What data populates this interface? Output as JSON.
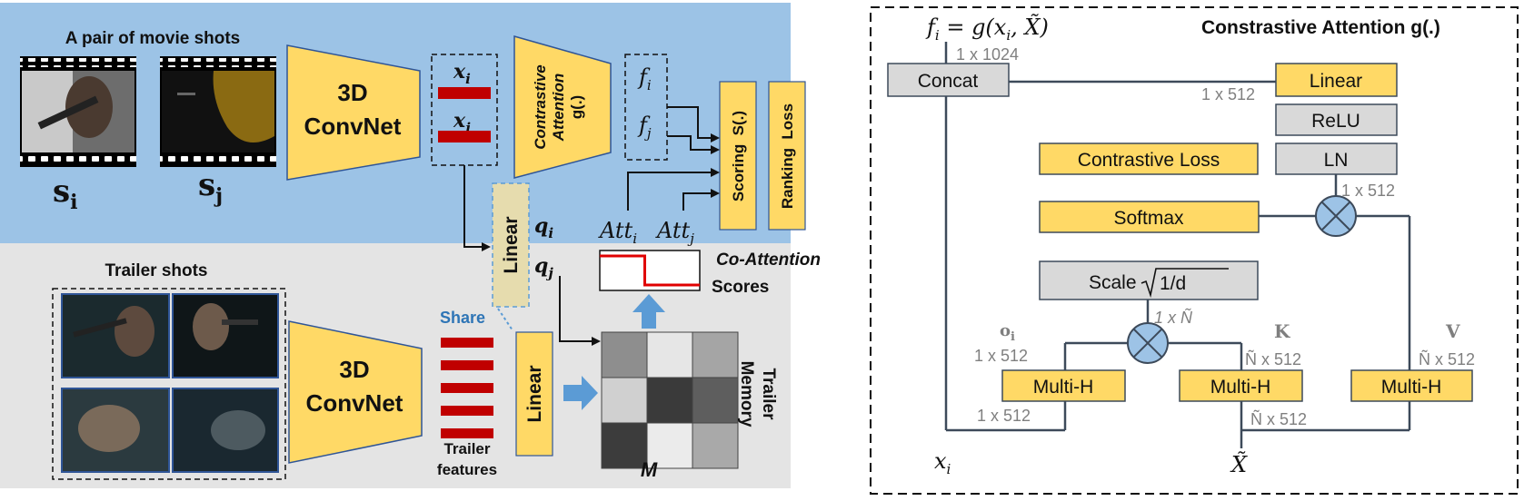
{
  "left_panel": {
    "pair_title": "A pair of movie shots",
    "shot_i_label": "s",
    "shot_i_sub": "i",
    "shot_j_label": "s",
    "shot_j_sub": "j",
    "convnet_top_line1": "3D",
    "convnet_top_line2": "ConvNet",
    "xi_label": "x",
    "xi_sub": "i",
    "xj_label": "x",
    "xj_sub": "j",
    "contrastive_attention_line1": "Contrastive",
    "contrastive_attention_line2": "Attention",
    "contrastive_attention_line3": "g(.)",
    "fi_label": "f",
    "fi_sub": "i",
    "fj_label": "f",
    "fj_sub": "j",
    "scoring_label": "Scoring  S(.)",
    "ranking_label": "Ranking  Loss",
    "att_i_label": "Att",
    "att_i_sub": "i",
    "att_j_label": "Att",
    "att_j_sub": "j",
    "linear_shared_label": "Linear",
    "qi_label": "q",
    "qi_sub": "i",
    "qj_label": "q",
    "qj_sub": "j",
    "co_attention_label": "Co-Attention",
    "scores_label": "Scores",
    "trailer_shots_title": "Trailer shots",
    "convnet_bottom_line1": "3D",
    "convnet_bottom_line2": "ConvNet",
    "share_label": "Share",
    "linear_bottom_label": "Linear",
    "trailer_features_line1": "Trailer",
    "trailer_features_line2": "features",
    "trailer_memory_line1": "Trailer",
    "trailer_memory_line2": "Memory",
    "memory_label": "M"
  },
  "right_panel": {
    "title": "Constrastive Attention g(.)",
    "formula_top": "f",
    "formula_top_sub": "i",
    "formula_top_rest": " = g(x",
    "formula_top_rest_sub": "i",
    "formula_top_end": ", X̃)",
    "concat_label": "Concat",
    "concat_dim": "1 x 1024",
    "linear_label": "Linear",
    "linear_dim": "1 x 512",
    "relu_label": "ReLU",
    "ln_label": "LN",
    "contrastive_loss_label": "Contrastive Loss",
    "softmax_label": "Softmax",
    "softmax_out_dim": "1 x 512",
    "scale_label": "Scale",
    "scale_expr": "1/d",
    "att_dim": "1 x Ñ",
    "oi_label": "o",
    "oi_sub": "i",
    "oi_dim": "1 x 512",
    "k_label": "K",
    "k_dim": "Ñ x 512",
    "v_label": "V",
    "v_dim": "Ñ x 512",
    "multih_1": "Multi-H",
    "multih_2": "Multi-H",
    "multih_3": "Multi-H",
    "xi_dim": "1 x 512",
    "xtilde_dim": "Ñ x 512",
    "bottom_xi": "x",
    "bottom_xi_sub": "i",
    "bottom_xtilde": "X̃"
  },
  "colors": {
    "blue_band": "#9cc3e6",
    "gray_band": "#e4e4e4",
    "yellow": "#ffd966",
    "red": "#c00000",
    "gray_box": "#d9d9d9",
    "op_circle": "#9dc3e6",
    "share_blue": "#2e75b6"
  },
  "co_attention_scores": {
    "segments": [
      {
        "from": 0.0,
        "to": 0.45,
        "level": "high"
      },
      {
        "from": 0.45,
        "to": 1.0,
        "level": "low"
      }
    ]
  },
  "memory_matrix": {
    "cells": [
      [
        "#8e8e8e",
        "#e6e6e6",
        "#a5a5a5"
      ],
      [
        "#d0d0d0",
        "#3a3a3a",
        "#5e5e5e"
      ],
      [
        "#3c3c3c",
        "#ebebeb",
        "#a9a9a9"
      ]
    ]
  }
}
